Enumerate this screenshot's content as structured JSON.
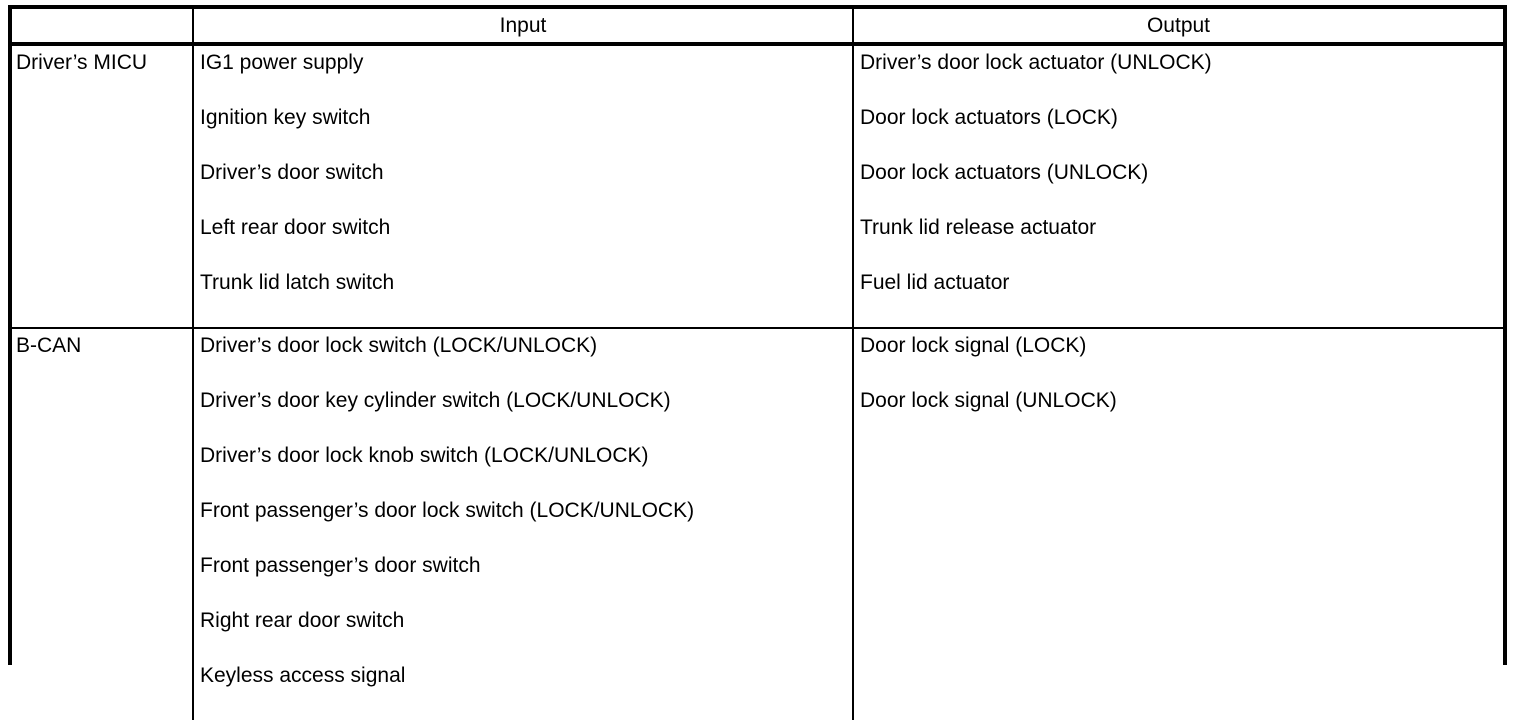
{
  "table": {
    "headers": {
      "module": "",
      "input": "Input",
      "output": "Output"
    },
    "rows": [
      {
        "module": "Driver’s MICU",
        "inputs": [
          "IG1 power supply",
          "Ignition key switch",
          "Driver’s door switch",
          "Left rear door switch",
          "Trunk lid latch switch"
        ],
        "outputs": [
          "Driver’s door lock actuator (UNLOCK)",
          "Door lock actuators (LOCK)",
          "Door lock actuators (UNLOCK)",
          "Trunk lid release actuator",
          "Fuel lid actuator"
        ]
      },
      {
        "module": "B-CAN",
        "inputs": [
          "Driver’s door lock switch (LOCK/UNLOCK)",
          "Driver’s door key cylinder switch (LOCK/UNLOCK)",
          "Driver’s door lock knob switch (LOCK/UNLOCK)",
          "Front passenger’s door lock switch (LOCK/UNLOCK)",
          "Front passenger’s door switch",
          "Right rear door switch",
          "Keyless access signal"
        ],
        "outputs": [
          "Door lock signal (LOCK)",
          "Door lock signal (UNLOCK)"
        ]
      }
    ]
  },
  "colors": {
    "border": "#000000",
    "text": "#000000",
    "background": "#ffffff"
  }
}
